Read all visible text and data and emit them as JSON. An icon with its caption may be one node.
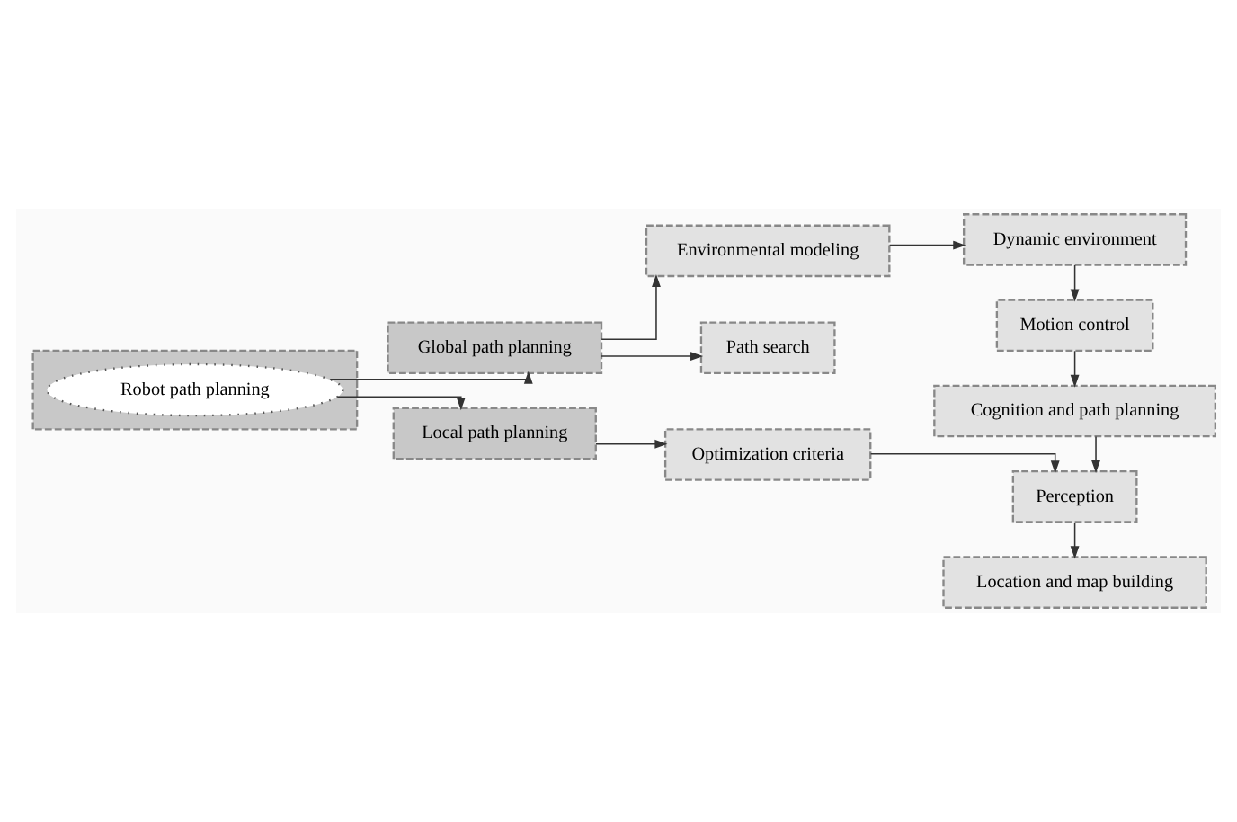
{
  "diagram": {
    "nodes": [
      {
        "text": [],
        "shape": "box"
      },
      {
        "text": [
          "Robot path planning"
        ],
        "in": 0
      },
      {
        "text": [
          "Global path planning"
        ]
      },
      {
        "text": [
          "Local path planning"
        ]
      },
      {
        "text": [
          "Environmental modeling"
        ]
      },
      {
        "text": [
          "Path search"
        ]
      },
      {
        "text": [
          "Optimization criteria"
        ]
      },
      {
        "text": [
          "Dynamic environment"
        ]
      },
      {
        "text": [
          "Motion control"
        ]
      },
      {
        "text": [
          "Cognition and path planning"
        ]
      },
      {
        "text": [
          "Perception"
        ]
      },
      {
        "text": [
          "Location and map building"
        ]
      }
    ],
    "edges": [
      {
        "from": 1,
        "to": 2,
        "arrow": "to"
      },
      {
        "from": 1,
        "to": 3,
        "arrow": "to"
      },
      {
        "from": 2,
        "to": 4,
        "arrow": "to"
      },
      {
        "from": 2,
        "to": 5,
        "arrow": "to"
      },
      {
        "from": 3,
        "to": 6,
        "arrow": "to"
      },
      {
        "from": 4,
        "to": 7,
        "arrow": "to"
      },
      {
        "from": 7,
        "to": 8,
        "arrow": "to"
      },
      {
        "from": 8,
        "to": 9,
        "arrow": "to"
      },
      {
        "from": 9,
        "to": 10,
        "arrow": "to"
      },
      {
        "from": 6,
        "to": 10,
        "arrow": "to"
      },
      {
        "from": 10,
        "to": 11,
        "arrow": "to"
      }
    ]
  }
}
